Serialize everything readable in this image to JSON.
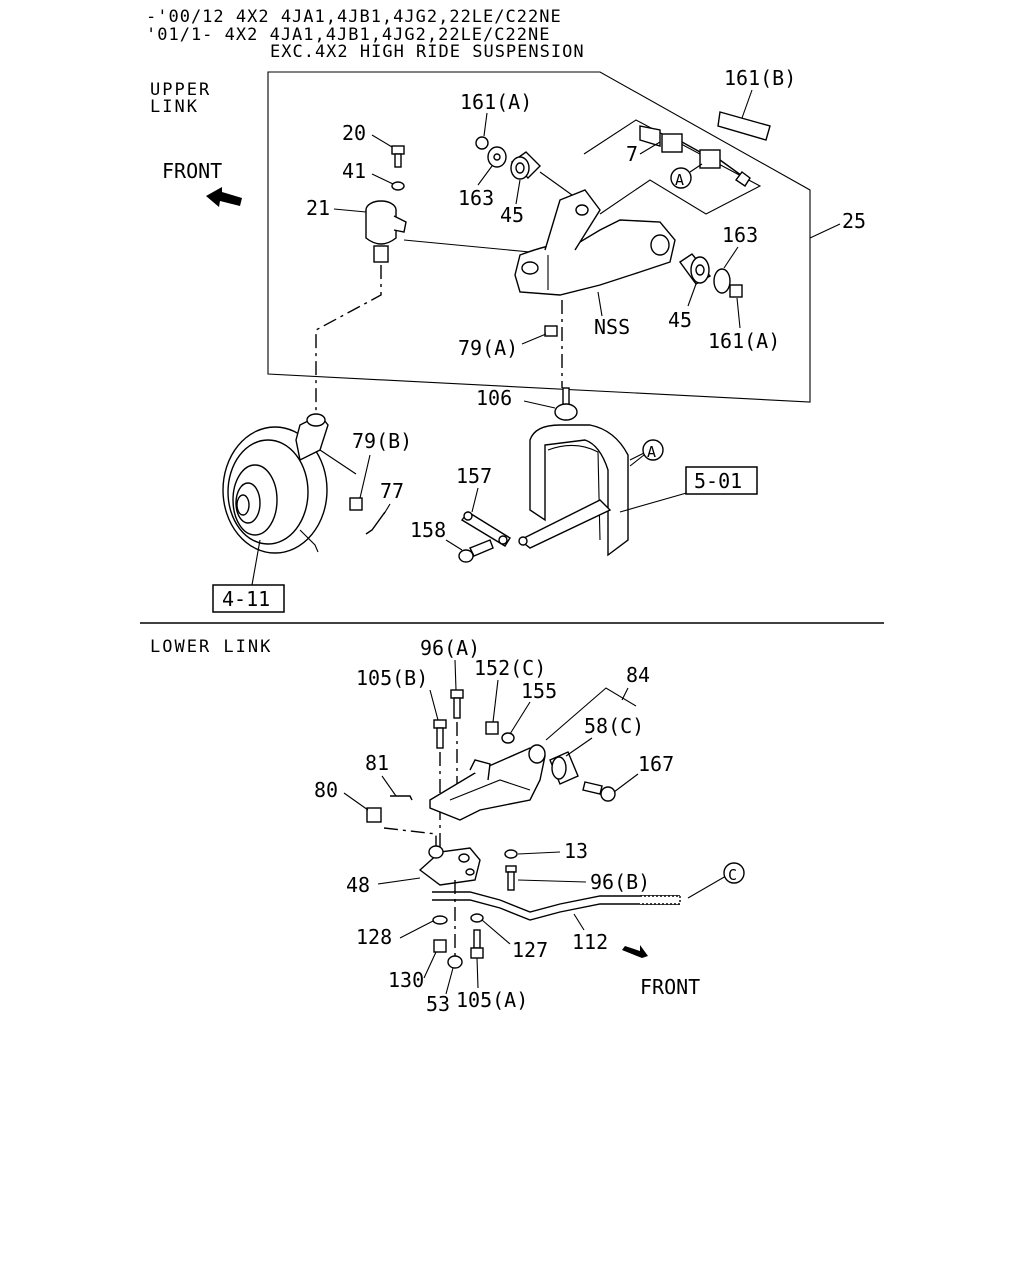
{
  "header": {
    "line1": "-'00/12 4X2 4JA1,4JB1,4JG2,22LE/C22NE",
    "line2": "'01/1-  4X2 4JA1,4JB1,4JG2,22LE/C22NE",
    "line3": "EXC.4X2 HIGH RIDE SUSPENSION"
  },
  "upper": {
    "section_line1": "UPPER",
    "section_line2": "LINK",
    "front": "FRONT",
    "labels": {
      "p161b": "161(B)",
      "p161a_top": "161(A)",
      "p20": "20",
      "p41": "41",
      "p21": "21",
      "p7": "7",
      "p163_left": "163",
      "p45_left": "45",
      "p25": "25",
      "p163_right": "163",
      "p45_right": "45",
      "p161a_right": "161(A)",
      "nss": "NSS",
      "p79a": "79(A)",
      "p106": "106",
      "p79b": "79(B)",
      "p77": "77",
      "p157": "157",
      "p158": "158"
    },
    "refs": {
      "ref_4_11": "4-11",
      "ref_5_01": "5-01",
      "circle_a": "A"
    }
  },
  "lower": {
    "section": "LOWER LINK",
    "front": "FRONT",
    "labels": {
      "p96a": "96(A)",
      "p105b": "105(B)",
      "p152c": "152(C)",
      "p155": "155",
      "p84": "84",
      "p58c": "58(C)",
      "p81": "81",
      "p167": "167",
      "p80": "80",
      "p13": "13",
      "p48": "48",
      "p96b": "96(B)",
      "p128": "128",
      "p127": "127",
      "p112": "112",
      "p130": "130",
      "p53": "53",
      "p105a": "105(A)"
    },
    "refs": {
      "circle_c": "C"
    }
  }
}
